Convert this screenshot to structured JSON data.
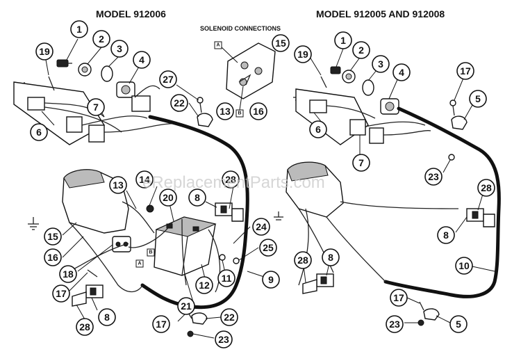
{
  "titles": {
    "left_model": "MODEL 912006",
    "right_model": "MODEL 912005 AND 912008",
    "solenoid": "SOLENOID CONNECTIONS"
  },
  "watermark": "eReplacementParts.com",
  "solenoid_terminals": {
    "a": "A",
    "b": "B"
  },
  "callouts": [
    {
      "id": "l1",
      "label": "1"
    },
    {
      "id": "l2",
      "label": "2"
    },
    {
      "id": "l3",
      "label": "3"
    },
    {
      "id": "l4",
      "label": "4"
    },
    {
      "id": "l19",
      "label": "19"
    },
    {
      "id": "l6",
      "label": "6"
    },
    {
      "id": "l7",
      "label": "7"
    },
    {
      "id": "l27",
      "label": "27"
    },
    {
      "id": "l22a",
      "label": "22"
    },
    {
      "id": "s15",
      "label": "15"
    },
    {
      "id": "s13",
      "label": "13"
    },
    {
      "id": "s16",
      "label": "16"
    },
    {
      "id": "l13",
      "label": "13"
    },
    {
      "id": "l14",
      "label": "14"
    },
    {
      "id": "l20",
      "label": "20"
    },
    {
      "id": "l28a",
      "label": "28"
    },
    {
      "id": "l8a",
      "label": "8"
    },
    {
      "id": "l15",
      "label": "15"
    },
    {
      "id": "l16",
      "label": "16"
    },
    {
      "id": "l18",
      "label": "18"
    },
    {
      "id": "l17a",
      "label": "17"
    },
    {
      "id": "l24",
      "label": "24"
    },
    {
      "id": "l25",
      "label": "25"
    },
    {
      "id": "l11",
      "label": "11"
    },
    {
      "id": "l12",
      "label": "12"
    },
    {
      "id": "l9",
      "label": "9"
    },
    {
      "id": "l21",
      "label": "21"
    },
    {
      "id": "l28b",
      "label": "28"
    },
    {
      "id": "l8b",
      "label": "8"
    },
    {
      "id": "l17b",
      "label": "17"
    },
    {
      "id": "l22b",
      "label": "22"
    },
    {
      "id": "l23",
      "label": "23"
    },
    {
      "id": "r19",
      "label": "19"
    },
    {
      "id": "r1",
      "label": "1"
    },
    {
      "id": "r2",
      "label": "2"
    },
    {
      "id": "r3",
      "label": "3"
    },
    {
      "id": "r4",
      "label": "4"
    },
    {
      "id": "r17a",
      "label": "17"
    },
    {
      "id": "r5a",
      "label": "5"
    },
    {
      "id": "r6",
      "label": "6"
    },
    {
      "id": "r7",
      "label": "7"
    },
    {
      "id": "r23a",
      "label": "23"
    },
    {
      "id": "r28a",
      "label": "28"
    },
    {
      "id": "r8a",
      "label": "8"
    },
    {
      "id": "r10",
      "label": "10"
    },
    {
      "id": "r28b",
      "label": "28"
    },
    {
      "id": "r8b",
      "label": "8"
    },
    {
      "id": "r17b",
      "label": "17"
    },
    {
      "id": "r23b",
      "label": "23"
    },
    {
      "id": "r5b",
      "label": "5"
    }
  ]
}
